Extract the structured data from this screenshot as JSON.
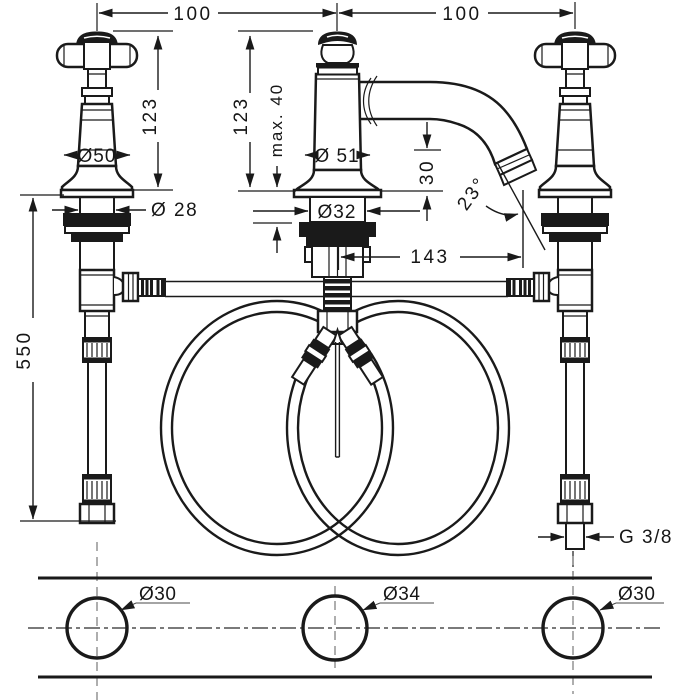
{
  "drawing": {
    "type": "technical installation drawing, 3-hole basin mixer with cross handles",
    "dimensions": {
      "spacing_left": "100",
      "spacing_right": "100",
      "handle_height": "123",
      "spout_height_total": "123",
      "max_mounting_depth": "max. 40",
      "handle_diameter": "Ø50",
      "body_diameter": "Ø 51",
      "shank_diameter": "Ø 28",
      "base_diameter": "Ø32",
      "outlet_height": "30",
      "outlet_angle": "23°",
      "spout_reach": "143",
      "hose_length": "550",
      "connection_thread": "G 3/8"
    },
    "plan_view": {
      "hole_left": "Ø30",
      "hole_center": "Ø34",
      "hole_right": "Ø30"
    },
    "colors": {
      "line": "#1a1a1a",
      "background": "#ffffff",
      "leader": "#4a4a4a",
      "centerline": "#9a9a9a"
    }
  }
}
